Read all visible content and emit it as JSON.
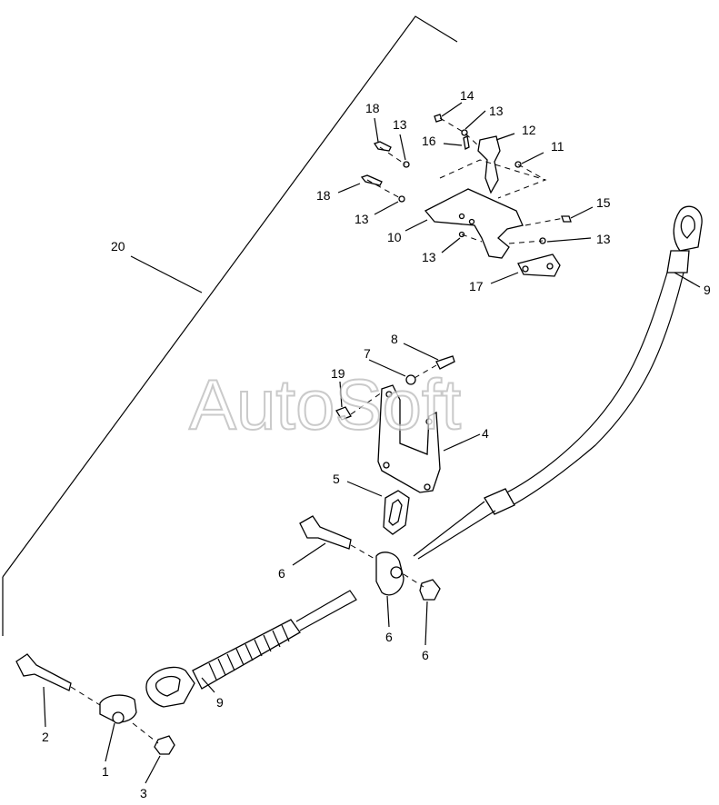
{
  "watermark": "AutoSoft",
  "callouts": {
    "c1": "1",
    "c2": "2",
    "c3": "3",
    "c4": "4",
    "c5": "5",
    "c6a": "6",
    "c6b": "6",
    "c6c": "6",
    "c7": "7",
    "c8": "8",
    "c9a": "9",
    "c9b": "9",
    "c10": "10",
    "c11": "11",
    "c12": "12",
    "c13a": "13",
    "c13b": "13",
    "c13c": "13",
    "c13d": "13",
    "c13e": "13",
    "c14": "14",
    "c15": "15",
    "c16": "16",
    "c17": "17",
    "c18a": "18",
    "c18b": "18",
    "c19": "19",
    "c20": "20"
  }
}
